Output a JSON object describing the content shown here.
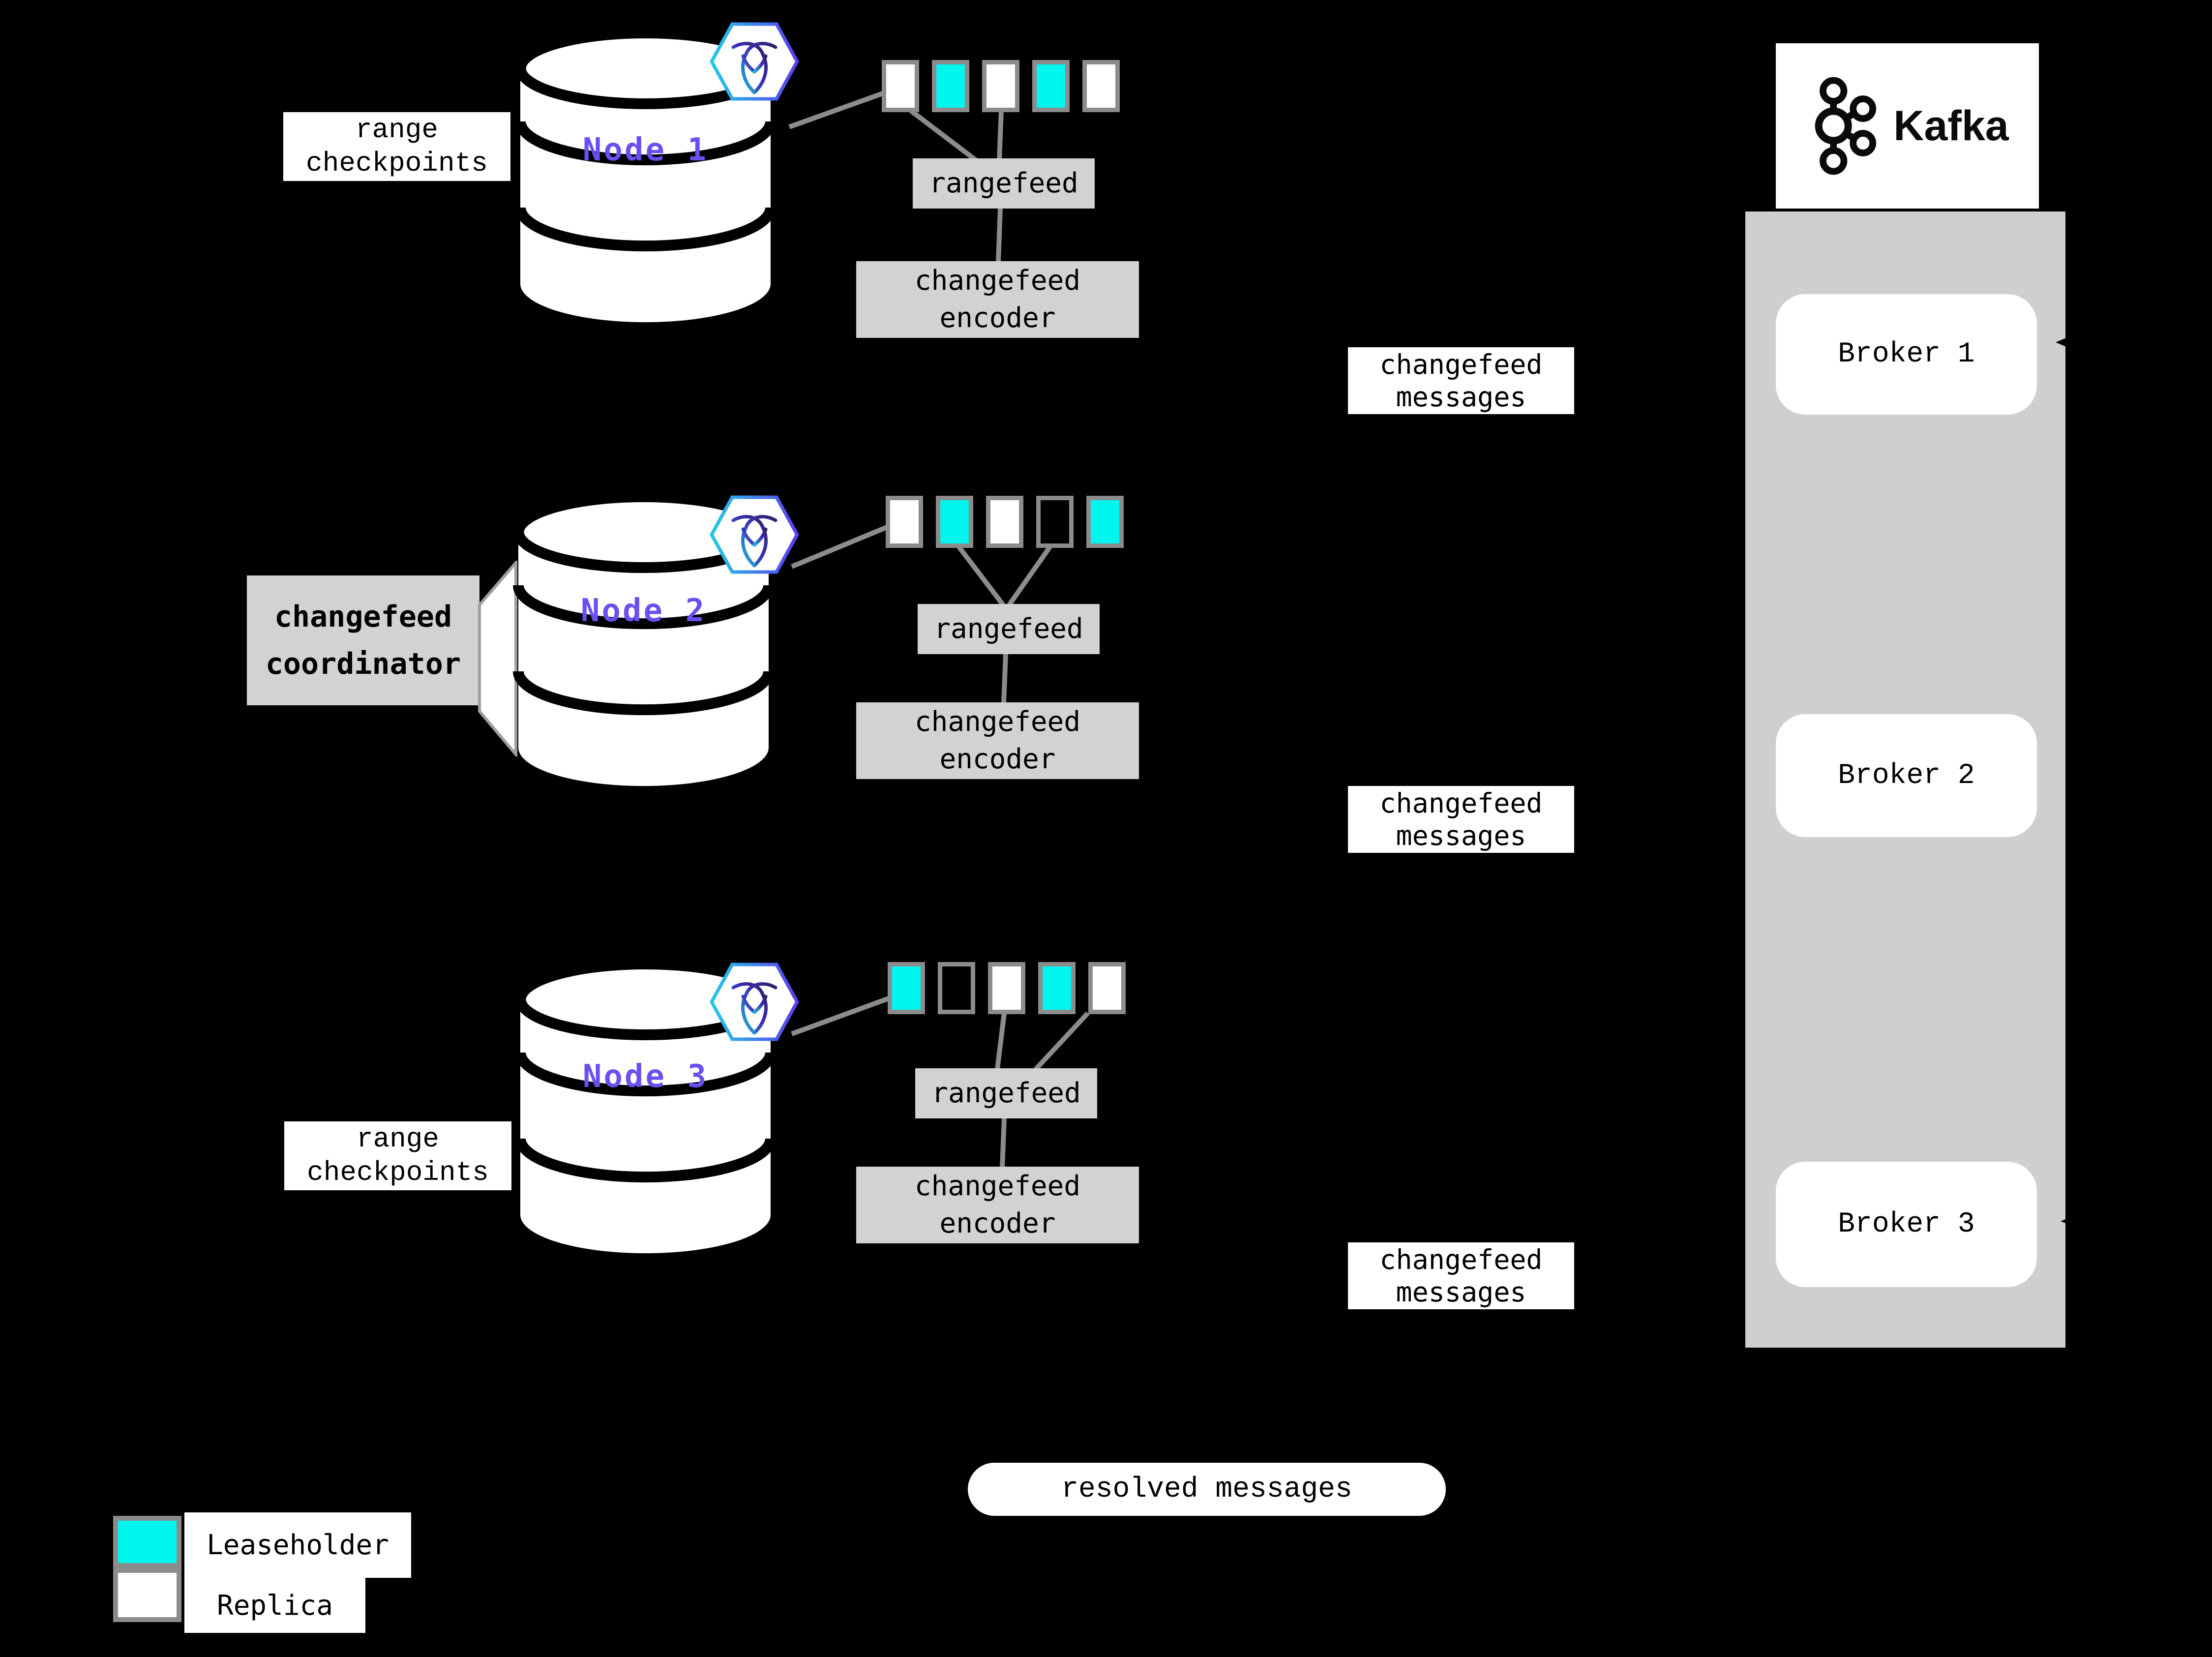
{
  "labels": {
    "range_checkpoints": {
      "line1": "range",
      "line2": "checkpoints"
    },
    "rangefeed": "rangefeed",
    "changefeed_encoder": {
      "line1": "changefeed",
      "line2": "encoder"
    },
    "changefeed_messages": {
      "line1": "changefeed",
      "line2": "messages"
    },
    "changefeed_coordinator": {
      "line1": "changefeed",
      "line2": "coordinator"
    },
    "resolved_messages": "resolved messages"
  },
  "nodes": [
    {
      "label": "Node 1",
      "ranges": [
        "replica",
        "leaseholder",
        "replica",
        "leaseholder",
        "replica"
      ]
    },
    {
      "label": "Node 2",
      "ranges": [
        "replica",
        "leaseholder",
        "replica",
        "outline",
        "leaseholder"
      ]
    },
    {
      "label": "Node 3",
      "ranges": [
        "leaseholder",
        "outline",
        "replica",
        "leaseholder",
        "replica"
      ]
    }
  ],
  "kafka": {
    "brand": "Kafka",
    "brokers": [
      {
        "label": "Broker 1"
      },
      {
        "label": "Broker 2"
      },
      {
        "label": "Broker 3"
      }
    ]
  },
  "legend": {
    "items": [
      {
        "type": "leaseholder",
        "label": "Leaseholder",
        "color": "#00f5ee"
      },
      {
        "type": "replica",
        "label": "Replica",
        "color": "#ffffff"
      }
    ]
  },
  "colors": {
    "background": "#000000",
    "leaseholder_cyan": "#00f5ee",
    "replica_white": "#ffffff",
    "node_text_purple": "#6c4ef1",
    "process_box_gray": "#d2d2d2",
    "kafka_panel_gray": "#cfcfcf",
    "square_border_gray": "#8c8c8c",
    "connector_gray": "#8c8c8c"
  }
}
